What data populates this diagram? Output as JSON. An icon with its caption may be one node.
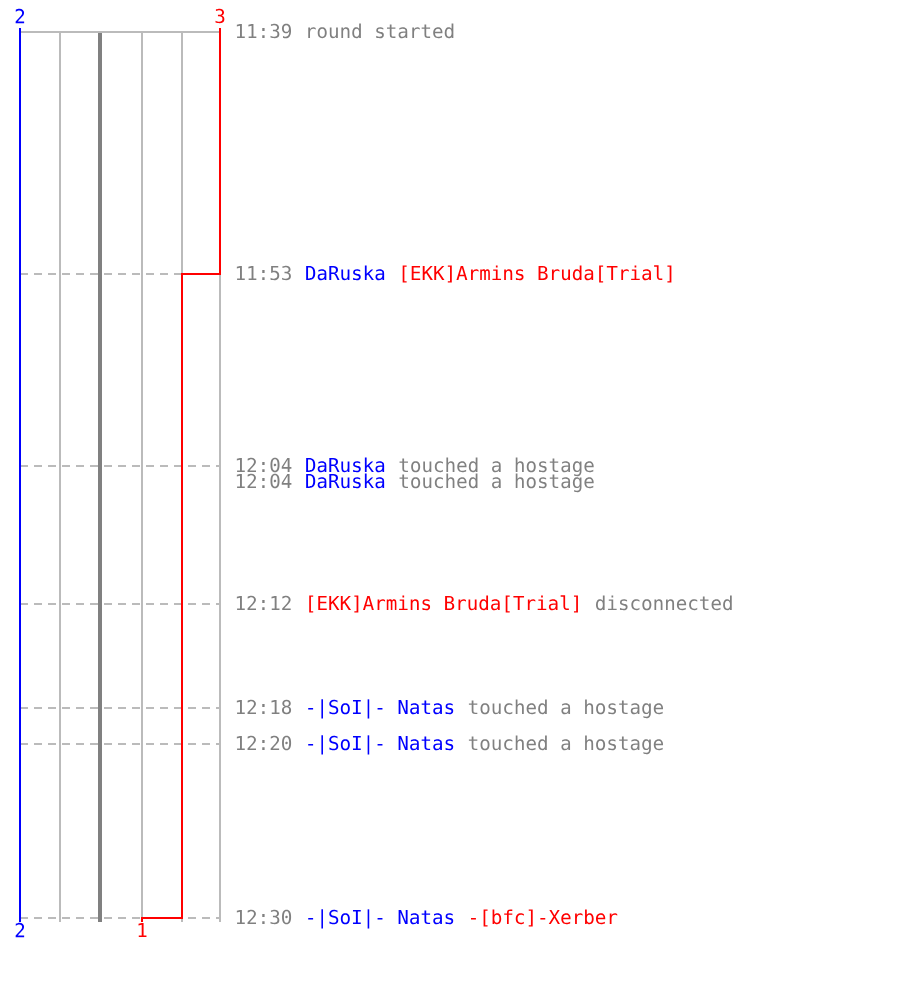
{
  "diagram": {
    "labels": [
      "2",
      "3",
      "11:39",
      "round started",
      "11:53",
      "DaRuska",
      "[EKK]Armins Bruda[Trial]",
      "12:04",
      "DaRuska",
      "touched a hostage",
      "12:04",
      "DaRuska",
      "touched a hostage",
      "12:12",
      "[EKK]Armins Bruda[Trial]",
      "disconnected",
      "12:18",
      "-|SoI|- Natas",
      "touched a hostage",
      "12:20",
      "-|SoI|- Natas",
      "touched a hostage",
      "12:30",
      "-|SoI|- Natas",
      "-[bfc]-Xerber",
      "2",
      "1"
    ]
  }
}
